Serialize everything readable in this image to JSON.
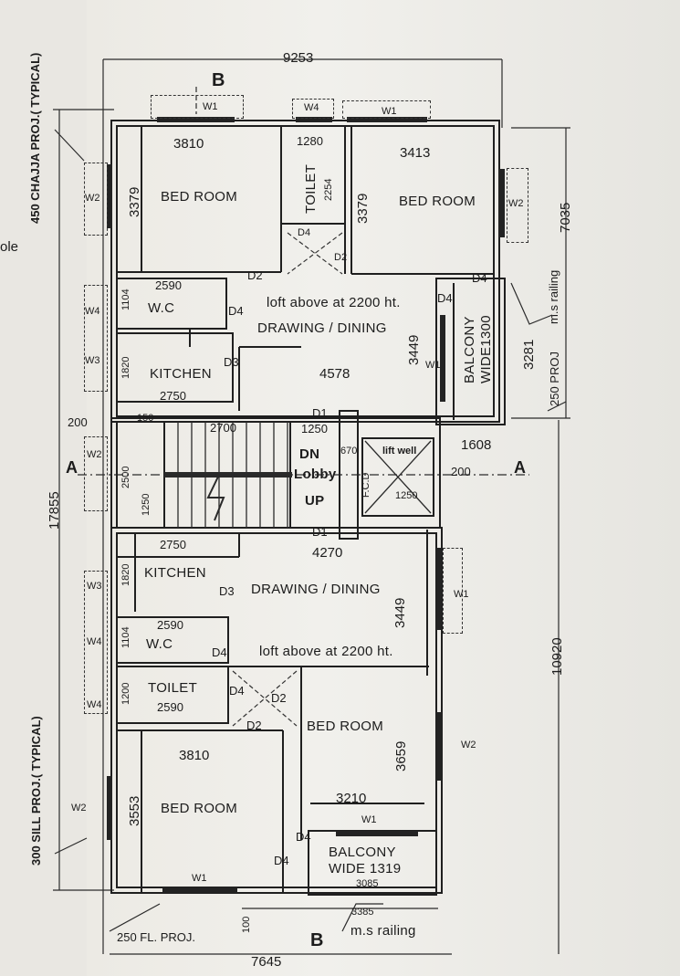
{
  "drawing": {
    "left_note": "ole",
    "dims": {
      "overall_width_top": "9253",
      "overall_width_bottom": "7645",
      "side_height_upper": "7035",
      "side_height_lower": "10920",
      "left_total_height": "17855",
      "bedroom1_width": "3810",
      "bedroom1_depth": "3379",
      "toilet1_width": "1280",
      "toilet1_depth": "2254",
      "bedroom2_depth": "3379",
      "bedroom2_width": "3413",
      "wc1_width": "2590",
      "wc1_depth": "1104",
      "kitchen1_depth": "1820",
      "kitchen1_width": "2750",
      "drawing1_width": "4578",
      "drawing1_depth": "3449",
      "balcony_side_depth": "3281",
      "balcony_side_width": "1608",
      "stair_width": "2700",
      "stair_left_w": "200",
      "stair_landing": "150",
      "stair_height": "2500",
      "stair_bottom": "1250",
      "lobby_top": "1250",
      "lift_w": "670",
      "lift_h": "1250",
      "lift_side": "200",
      "kitchen2_width": "2750",
      "kitchen2_depth": "1820",
      "drawing2_width": "4270",
      "drawing2_depth": "3449",
      "wc2_width": "2590",
      "wc2_depth": "1104",
      "toilet2_depth": "1200",
      "toilet2_width": "2590",
      "bedroom3_width": "3810",
      "bedroom3_depth": "3553",
      "bedroom4_depth": "3659",
      "bedroom4_width": "3210",
      "balcony_bottom_w": "3085",
      "balcony_bottom_w2": "3385",
      "bottom_proj": "100"
    },
    "rooms": {
      "bedroom_tl": "BED ROOM",
      "bedroom_tr": "BED ROOM",
      "toilet_top": "TOILET",
      "wc_top": "W.C",
      "kitchen_top": "KITCHEN",
      "drawing_top": "DRAWING / DINING",
      "balcony_side": "BALCONY",
      "balcony_side_wide": "WIDE1300",
      "kitchen_bot": "KITCHEN",
      "drawing_bot": "DRAWING / DINING",
      "wc_bot": "W.C",
      "toilet_bot": "TOILET",
      "bedroom_br": "BED ROOM",
      "bedroom_bl": "BED ROOM",
      "balcony_bot": "BALCONY",
      "balcony_bot_wide": "WIDE 1319",
      "lobby": "Lobby",
      "lift_well": "lift well",
      "fcd": "F.C.D"
    },
    "stair": {
      "dn": "DN",
      "up": "UP"
    },
    "notes": {
      "loft_top": "loft above at 2200 ht.",
      "loft_bot": "loft above at 2200 ht.",
      "chajja": "450 CHAJJA PROJ.( TYPICAL)",
      "sill": "300 SILL PROJ.( TYPICAL)",
      "railing_side": "m.s railing",
      "proj_side": "250 PROJ",
      "railing_bot": "m.s railing",
      "fl_proj": "250 FL. PROJ."
    },
    "sections": {
      "a_left": "A",
      "a_right": "A",
      "b_top": "B",
      "b_bottom": "B"
    },
    "openings": {
      "w1_a": "W1",
      "w4_top": "W4",
      "w1_b": "W1",
      "w2_tl": "W2",
      "w2_tr": "W2",
      "w4_wc1": "W4",
      "w3_k1": "W3",
      "w1_bal": "W1",
      "w2_stair": "W2",
      "w3_k2": "W3",
      "w4_wc2": "W4",
      "w4_t2": "W4",
      "w2_bl": "W2",
      "w1_right": "W1",
      "w2_right": "W2",
      "w1_bal2": "W1",
      "w1_bed3": "W1",
      "d2_a": "D2",
      "d4_a": "D4",
      "d4_b": "D4",
      "d2_b": "D2",
      "d4_c": "D4",
      "d4_d": "D4",
      "d3_a": "D3",
      "d1_a": "D1",
      "d1_b": "D1",
      "d3_b": "D3",
      "d4_e": "D4",
      "d4_f": "D4",
      "d2_c": "D2",
      "d2_d": "D2",
      "d4_g": "D4",
      "d4_h": "D4"
    }
  }
}
